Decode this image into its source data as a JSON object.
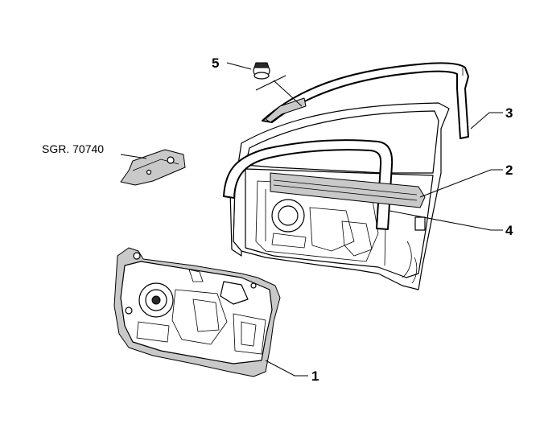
{
  "callouts": {
    "part_1": "1",
    "part_2": "2",
    "part_3": "3",
    "part_4": "4",
    "part_5": "5"
  },
  "reference_label": "SGR. 70740",
  "colors": {
    "line": "#000000",
    "shading": "#c9c9c9",
    "background": "#ffffff"
  }
}
